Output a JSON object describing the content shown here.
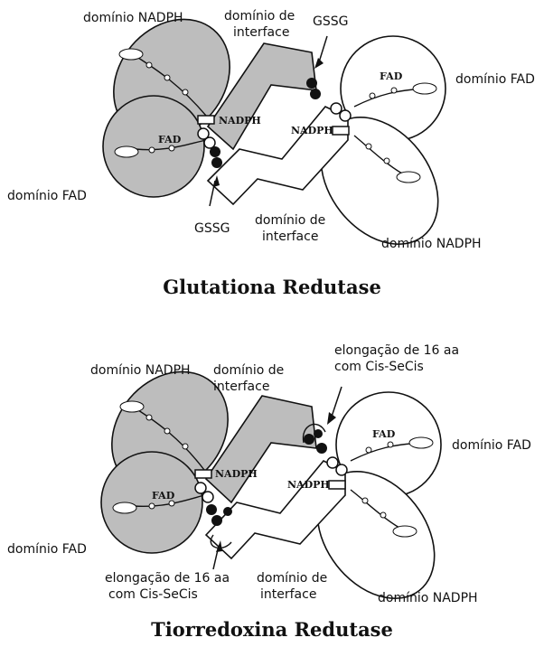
{
  "panels": [
    {
      "title": "Glutationa Redutase",
      "labels": {
        "nadph_domain_top": "domínio NADPH",
        "interface_top": [
          "domínio de",
          "interface"
        ],
        "disulfide_top": "GSSG",
        "fad_domain_right": "domínio FAD",
        "fad_domain_left": "domínio FAD",
        "disulfide_bottom": "GSSG",
        "interface_bottom": [
          "domínio de",
          "interface"
        ],
        "nadph_domain_bottom": "domínio NADPH"
      },
      "inner": {
        "nadph_left": "NADPH",
        "fad_left": "FAD",
        "nadph_right": "NADPH",
        "fad_right": "FAD"
      }
    },
    {
      "title": "Tiorredoxina Redutase",
      "labels": {
        "nadph_domain_top": "domínio NADPH",
        "interface_top": [
          "domínio de",
          "interface"
        ],
        "elongation_top": [
          "elongação de 16 aa",
          "com Cis-SeCis"
        ],
        "fad_domain_right": "domínio FAD",
        "fad_domain_left": "domínio FAD",
        "elongation_bottom": [
          "elongação de 16 aa",
          "com Cis-SeCis"
        ],
        "interface_bottom": [
          "domínio de",
          "interface"
        ],
        "nadph_domain_bottom": "domínio NADPH"
      },
      "inner": {
        "nadph_left": "NADPH",
        "fad_left": "FAD",
        "nadph_right": "NADPH",
        "fad_right": "FAD"
      }
    }
  ],
  "colors": {
    "shaded_subunit": "#bdbdbd",
    "outline": "#111111",
    "background": "#ffffff"
  }
}
